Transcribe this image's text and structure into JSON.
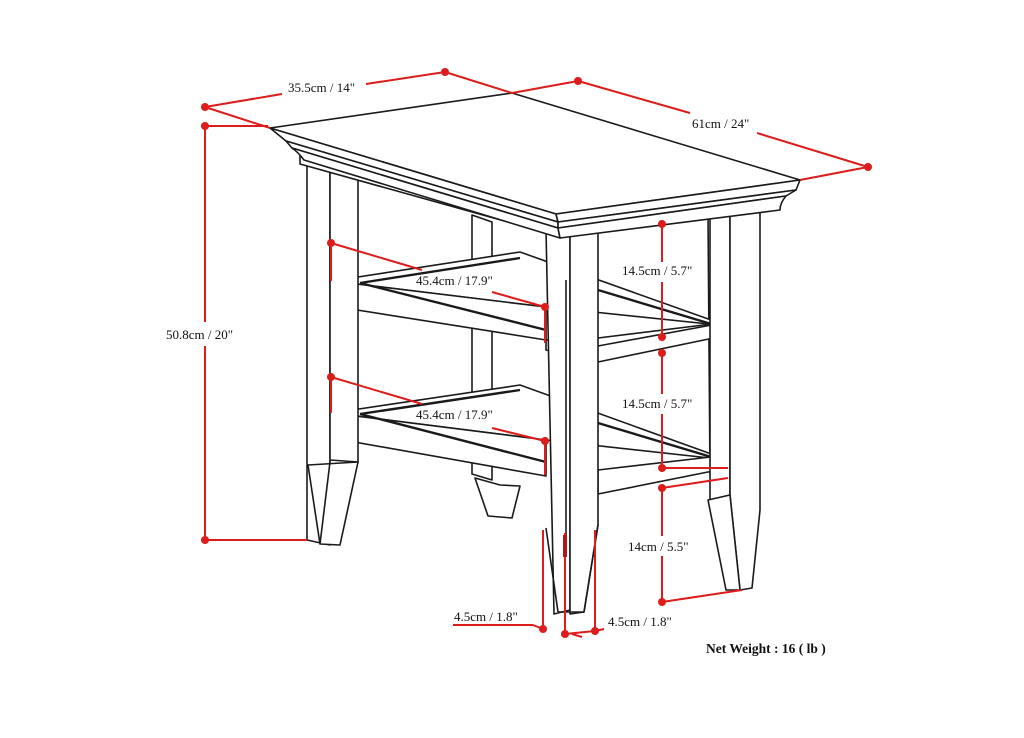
{
  "diagram": {
    "subject": "Three-tier side table with moulded top and two shelves",
    "colors": {
      "drawing_line": "#1a1a1a",
      "dimension_line": "#dd1c1c",
      "background": "#ffffff"
    },
    "dimensions": {
      "depth": "35.5cm / 14\"",
      "width": "61cm / 24\"",
      "height": "50.8cm / 20\"",
      "upper_shelf_width": "45.4cm / 17.9\"",
      "lower_shelf_width": "45.4cm / 17.9\"",
      "upper_shelf_clearance": "14.5cm / 5.7\"",
      "lower_shelf_clearance": "14.5cm / 5.7\"",
      "floor_clearance": "14cm / 5.5\"",
      "leg_width_front": "4.5cm / 1.8\"",
      "leg_width_side": "4.5cm / 1.8\""
    },
    "net_weight": "Net Weight : 16 ( lb )"
  }
}
